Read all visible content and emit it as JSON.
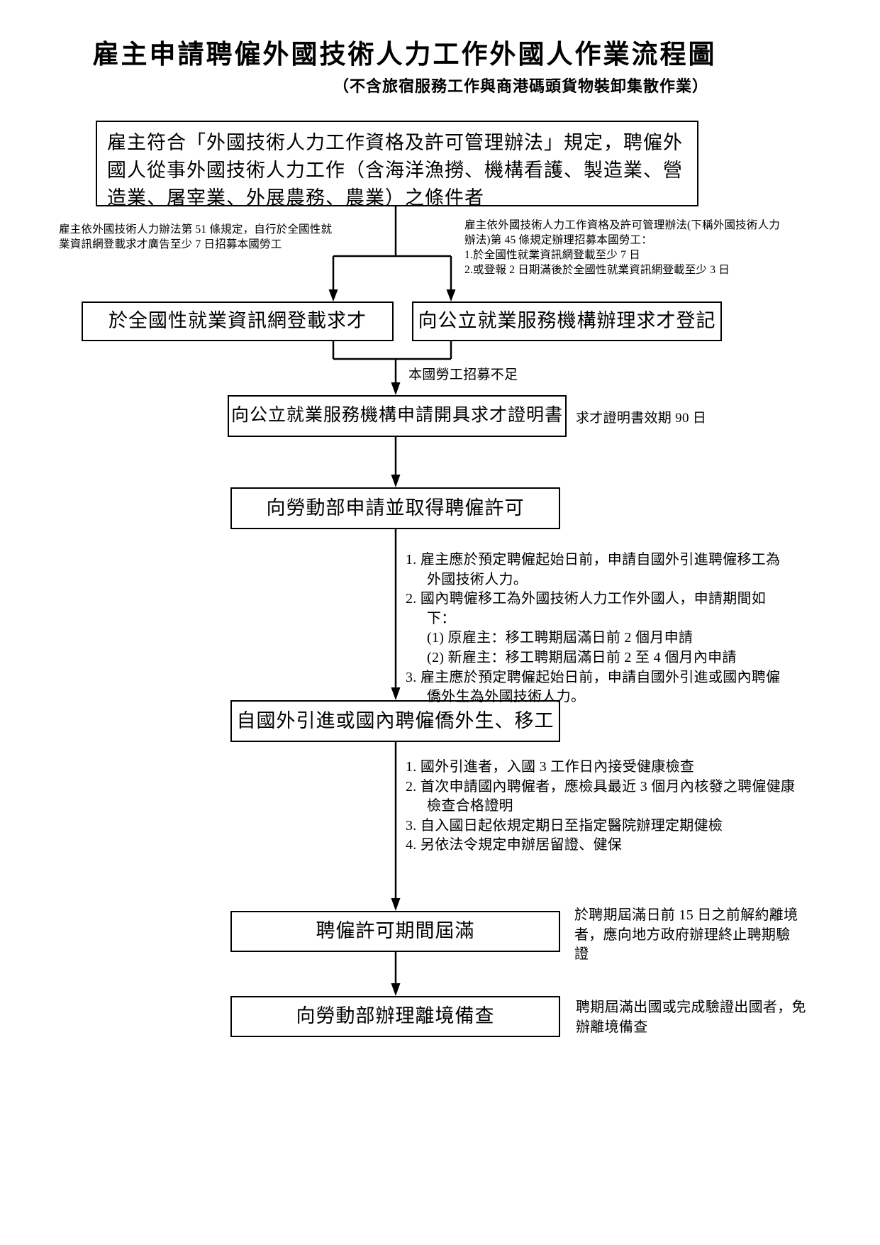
{
  "page": {
    "title": "雇主申請聘僱外國技術人力工作外國人作業流程圖",
    "subtitle": "（不含旅宿服務工作與商港碼頭貨物裝卸集散作業）"
  },
  "boxes": {
    "eligibility": "雇主符合「外國技術人力工作資格及許可管理辦法」規定，聘僱外國人從事外國技術人力工作（含海洋漁撈、機構看護、製造業、營造業、屠宰業、外展農務、農業）之條件者",
    "post_job_online": "於全國性就業資訊網登載求才",
    "register_public_employment": "向公立就業服務機構辦理求才登記",
    "apply_certificate": "向公立就業服務機構申請開具求才證明書",
    "apply_permit": "向勞動部申請並取得聘僱許可",
    "recruit_workers": "自國外引進或國內聘僱僑外生、移工",
    "permit_expiry": "聘僱許可期間屆滿",
    "departure_report": "向勞動部辦理離境備查"
  },
  "notes": {
    "article51": "雇主依外國技術人力辦法第 51 條規定，自行於全國性就業資訊網登載求才廣告至少 7 日招募本國勞工",
    "article45": {
      "head": "雇主依外國技術人力工作資格及許可管理辦法(下稱外國技術人力辦法)第 45 條規定辦理招募本國勞工：",
      "items": [
        "1.於全國性就業資訊網登載至少 7 日",
        "2.或登報 2 日期滿後於全國性就業資訊網登載至少 3 日"
      ]
    },
    "insufficient": "本國勞工招募不足",
    "certificate_validity": "求才證明書效期 90 日",
    "application": {
      "items": [
        "1. 雇主應於預定聘僱起始日前，申請自國外引進聘僱移工為外國技術人力。",
        "2. 國內聘僱移工為外國技術人力工作外國人，申請期間如下：",
        "(1) 原雇主：移工聘期屆滿日前 2 個月申請",
        "(2) 新雇主：移工聘期屆滿日前 2 至 4 個月內申請",
        "3. 雇主應於預定聘僱起始日前，申請自國外引進或國內聘僱僑外生為外國技術人力。"
      ]
    },
    "health": {
      "items": [
        "1. 國外引進者，入國 3 工作日內接受健康檢查",
        "2. 首次申請國內聘僱者，應檢具最近 3 個月內核發之聘僱健康檢查合格證明",
        "3. 自入國日起依規定期日至指定醫院辦理定期健檢",
        "4. 另依法令規定申辦居留證、健保"
      ]
    },
    "early_termination": "於聘期屆滿日前 15 日之前解約離境者，應向地方政府辦理終止聘期驗證",
    "departure_exemption": "聘期屆滿出國或完成驗證出國者，免辦離境備查"
  }
}
